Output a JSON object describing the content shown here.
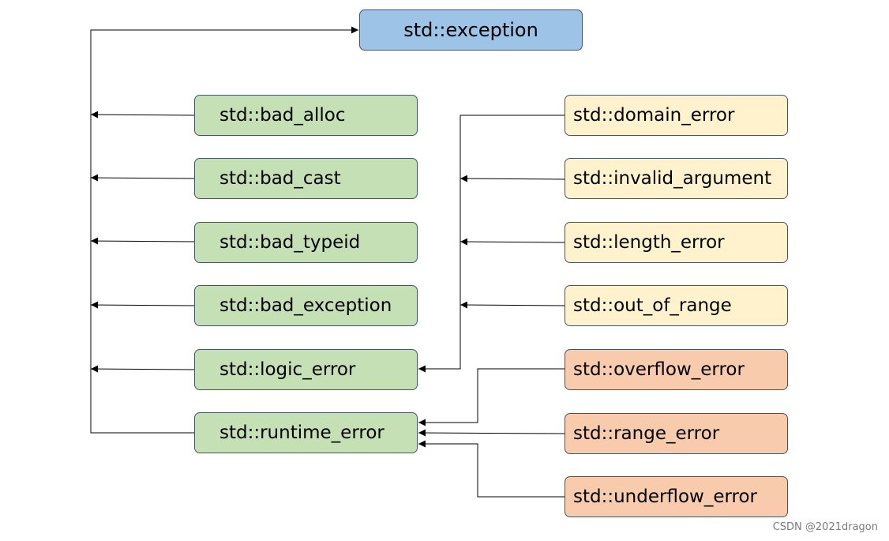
{
  "diagram": {
    "root": {
      "label": "std::exception"
    },
    "std_children": [
      {
        "id": "bad_alloc",
        "label": "std::bad_alloc"
      },
      {
        "id": "bad_cast",
        "label": "std::bad_cast"
      },
      {
        "id": "bad_typeid",
        "label": "std::bad_typeid"
      },
      {
        "id": "bad_exception",
        "label": "std::bad_exception"
      },
      {
        "id": "logic_error",
        "label": "std::logic_error"
      },
      {
        "id": "runtime_error",
        "label": "std::runtime_error"
      }
    ],
    "logic_children": [
      {
        "id": "domain_error",
        "label": "std::domain_error"
      },
      {
        "id": "invalid_argument",
        "label": "std::invalid_argument"
      },
      {
        "id": "length_error",
        "label": "std::length_error"
      },
      {
        "id": "out_of_range",
        "label": "std::out_of_range"
      }
    ],
    "runtime_children": [
      {
        "id": "overflow_error",
        "label": "std::overflow_error"
      },
      {
        "id": "range_error",
        "label": "std::range_error"
      },
      {
        "id": "underflow_error",
        "label": "std::underflow_error"
      }
    ],
    "colors": {
      "root": "#9dc3e6",
      "std_children": "#c5e0b4",
      "logic_children": "#fff2cc",
      "runtime_children": "#f8cbad",
      "border": "#44546a",
      "line": "#000000"
    }
  },
  "watermark": "CSDN @2021dragon"
}
